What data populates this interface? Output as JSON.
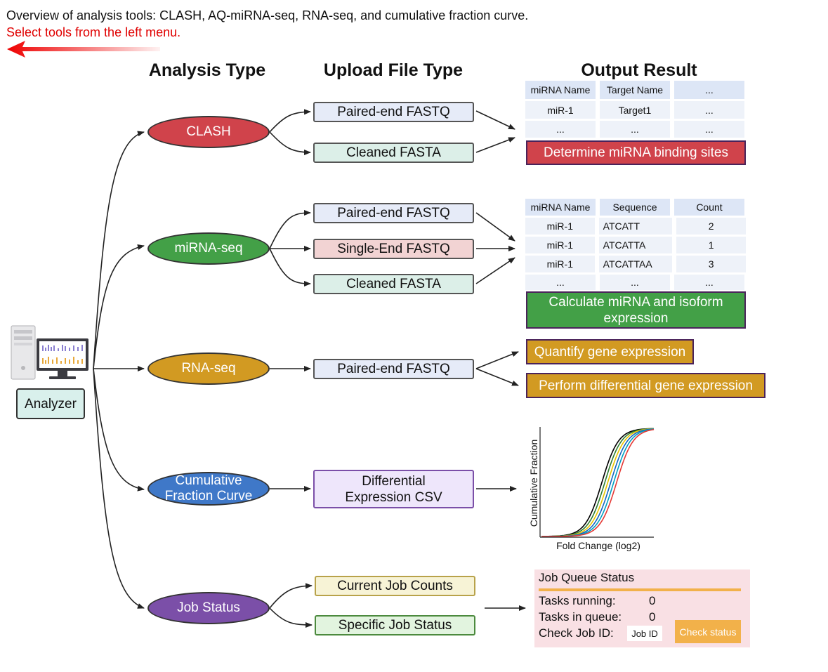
{
  "header": {
    "overview": "Overview of analysis tools: CLASH, AQ-miRNA-seq, RNA-seq, and cumulative fraction curve.",
    "instruction": "Select tools from the left menu."
  },
  "columns": {
    "analysis_type": "Analysis Type",
    "upload_file_type": "Upload File Type",
    "output_result": "Output Result"
  },
  "analyzer_label": "Analyzer",
  "analyses": {
    "clash": "CLASH",
    "mirna_seq": "miRNA-seq",
    "rna_seq": "RNA-seq",
    "cfc": "Cumulative Fraction Curve",
    "job_status": "Job Status"
  },
  "files": {
    "clash_paired": "Paired-end FASTQ",
    "clash_cleaned": "Cleaned FASTA",
    "mirna_paired": "Paired-end FASTQ",
    "mirna_single": "Single-End FASTQ",
    "mirna_cleaned": "Cleaned FASTA",
    "rna_paired": "Paired-end FASTQ",
    "cfc_de_csv": "Differential Expression CSV",
    "job_counts": "Current Job Counts",
    "job_specific": "Specific Job Status"
  },
  "clash_table": {
    "headers": [
      "miRNA Name",
      "Target Name",
      "..."
    ],
    "rows": [
      [
        "miR-1",
        "Target1",
        "..."
      ],
      [
        "...",
        "...",
        "..."
      ]
    ]
  },
  "clash_output": "Determine miRNA binding sites",
  "mirna_table": {
    "headers": [
      "miRNA Name",
      "Sequence",
      "Count"
    ],
    "rows": [
      [
        "miR-1",
        "ATCATT",
        "2"
      ],
      [
        "miR-1",
        "ATCATTA",
        "1"
      ],
      [
        "miR-1",
        "ATCATTAA",
        "3"
      ],
      [
        "...",
        "...",
        "..."
      ]
    ]
  },
  "mirna_output": "Calculate miRNA and isoform expression",
  "rna_outputs": [
    "Quantify gene expression",
    "Perform differential gene expression"
  ],
  "cfc_plot": {
    "xlabel": "Fold Change (log2)",
    "ylabel": "Cumulative Fraction",
    "curve_colors": [
      "#000000",
      "#2e7d32",
      "#e8c400",
      "#1565c0",
      "#00a0c0",
      "#e53935"
    ]
  },
  "job_queue": {
    "title": "Job Queue Status",
    "running_label": "Tasks running:",
    "running_value": "0",
    "queue_label": "Tasks in queue:",
    "queue_value": "0",
    "check_label": "Check Job ID:",
    "job_id_placeholder": "Job ID",
    "check_button": "Check status"
  },
  "colors": {
    "clash": "#d0434b",
    "mirna": "#43a047",
    "rna": "#d29a22",
    "cfc": "#3f78c8",
    "job": "#7b4fa8",
    "instruction": "#e00000",
    "check_button": "#f2b14a"
  }
}
